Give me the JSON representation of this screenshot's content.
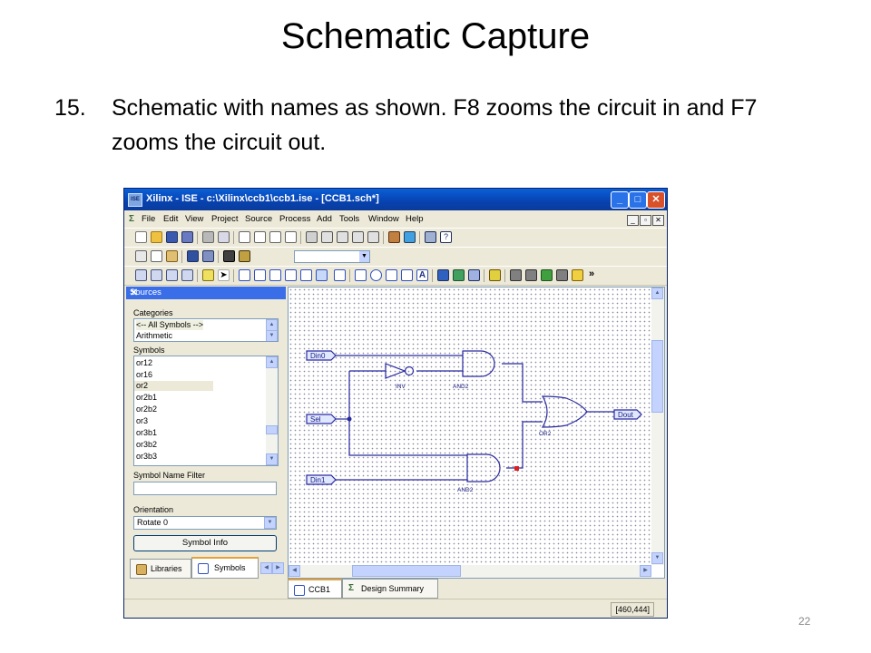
{
  "slide": {
    "title": "Schematic Capture",
    "bullet_number": "15.",
    "bullet_text": "Schematic with names as shown.  F8 zooms the circuit in and F7 zooms the circuit out.",
    "page_number": "22"
  },
  "window": {
    "title": "Xilinx - ISE - c:\\Xilinx\\ccb1\\ccb1.ise - [CCB1.sch*]",
    "app_icon": "ISE",
    "minimize": "_",
    "maximize": "□",
    "close": "✕"
  },
  "menu": {
    "items": [
      "File",
      "Edit",
      "View",
      "Project",
      "Source",
      "Process",
      "Add",
      "Tools",
      "Window",
      "Help"
    ]
  },
  "sources": {
    "header": "Sources",
    "categories_label": "Categories",
    "categories": [
      "<-- All Symbols -->",
      "Arithmetic"
    ],
    "symbols_label": "Symbols",
    "symbols": [
      "or12",
      "or16",
      "or2",
      "or2b1",
      "or2b2",
      "or3",
      "or3b1",
      "or3b2",
      "or3b3"
    ],
    "selected_symbol": "or2",
    "filter_label": "Symbol Name Filter",
    "filter_value": "",
    "orientation_label": "Orientation",
    "orientation_value": "Rotate 0",
    "symbol_info_button": "Symbol Info",
    "tabs": [
      "Libraries",
      "Symbols"
    ],
    "active_tab": "Symbols"
  },
  "schematic": {
    "ports": {
      "din0": "Din0",
      "sel": "Sel",
      "din1": "Din1",
      "dout": "Dout"
    },
    "gates": {
      "inv": "INV",
      "and_top": "AND2",
      "and_bottom": "AND2",
      "or": "OR2"
    }
  },
  "doc_tabs": [
    "CCB1",
    "Design Summary"
  ],
  "active_doc_tab": "CCB1",
  "status": {
    "coordinates": "[460,444]"
  },
  "colors": {
    "wire": "#2a2aa0",
    "pin_highlight": "#e02020",
    "titlebar": "#0a5fd8"
  }
}
